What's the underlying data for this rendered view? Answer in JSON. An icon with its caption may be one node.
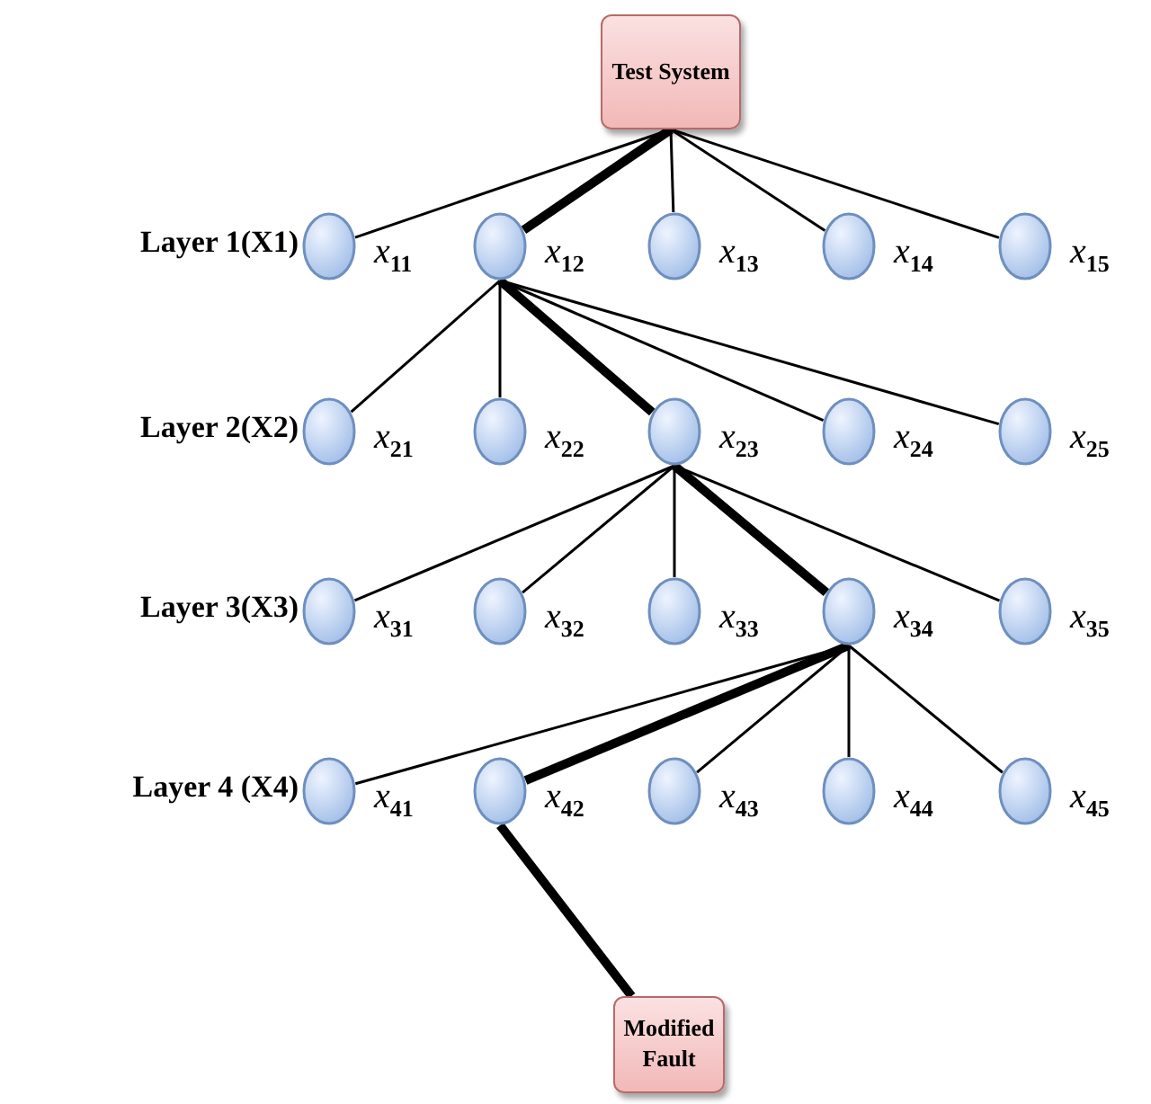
{
  "diagram": {
    "nodes": [
      {
        "text": [
          "Test System"
        ]
      },
      {
        "text": [],
        "shape": "circle",
        "beside": [
          "x$_{11}$"
        ]
      },
      {
        "text": [],
        "shape": "circle",
        "beside": [
          "x$_{12}$"
        ]
      },
      {
        "text": [],
        "shape": "circle",
        "beside": [
          "x$_{13}$"
        ]
      },
      {
        "text": [],
        "shape": "circle",
        "beside": [
          "x$_{14}$"
        ]
      },
      {
        "text": [],
        "shape": "circle",
        "beside": [
          "x$_{15}$"
        ]
      },
      {
        "text": [],
        "shape": "circle",
        "beside": [
          "x$_{21}$"
        ]
      },
      {
        "text": [],
        "shape": "circle",
        "beside": [
          "x$_{22}$"
        ]
      },
      {
        "text": [],
        "shape": "circle",
        "beside": [
          "x$_{23}$"
        ]
      },
      {
        "text": [],
        "shape": "circle",
        "beside": [
          "x$_{24}$"
        ]
      },
      {
        "text": [],
        "shape": "circle",
        "beside": [
          "x$_{25}$"
        ]
      },
      {
        "text": [],
        "shape": "circle",
        "beside": [
          "x$_{31}$"
        ]
      },
      {
        "text": [],
        "shape": "circle",
        "beside": [
          "x$_{32}$"
        ]
      },
      {
        "text": [],
        "shape": "circle",
        "beside": [
          "x$_{33}$"
        ]
      },
      {
        "text": [],
        "shape": "circle",
        "beside": [
          "x$_{34}$"
        ]
      },
      {
        "text": [],
        "shape": "circle",
        "beside": [
          "x$_{35}$"
        ]
      },
      {
        "text": [],
        "shape": "circle",
        "beside": [
          "x$_{41}$"
        ]
      },
      {
        "text": [],
        "shape": "circle",
        "beside": [
          "x$_{42}$"
        ]
      },
      {
        "text": [],
        "shape": "circle",
        "beside": [
          "x$_{43}$"
        ]
      },
      {
        "text": [],
        "shape": "circle",
        "beside": [
          "x$_{44}$"
        ]
      },
      {
        "text": [],
        "shape": "circle",
        "beside": [
          "x$_{45}$"
        ]
      },
      {
        "text": [
          "Modified Fault"
        ]
      }
    ],
    "edges": [
      {
        "from": 0,
        "to": 1,
        "arrow": "none"
      },
      {
        "from": 0,
        "to": 2,
        "arrow": "none",
        "style": "thick"
      },
      {
        "from": 0,
        "to": 3,
        "arrow": "none"
      },
      {
        "from": 0,
        "to": 4,
        "arrow": "none"
      },
      {
        "from": 0,
        "to": 5,
        "arrow": "none"
      },
      {
        "from": 2,
        "to": 6,
        "arrow": "none"
      },
      {
        "from": 2,
        "to": 7,
        "arrow": "none"
      },
      {
        "from": 2,
        "to": 8,
        "arrow": "none",
        "style": "thick"
      },
      {
        "from": 2,
        "to": 9,
        "arrow": "none"
      },
      {
        "from": 2,
        "to": 10,
        "arrow": "none"
      },
      {
        "from": 8,
        "to": 11,
        "arrow": "none"
      },
      {
        "from": 8,
        "to": 12,
        "arrow": "none"
      },
      {
        "from": 8,
        "to": 13,
        "arrow": "none"
      },
      {
        "from": 8,
        "to": 14,
        "arrow": "none",
        "style": "thick"
      },
      {
        "from": 8,
        "to": 15,
        "arrow": "none"
      },
      {
        "from": 14,
        "to": 16,
        "arrow": "none"
      },
      {
        "from": 14,
        "to": 17,
        "arrow": "none",
        "style": "thick"
      },
      {
        "from": 14,
        "to": 18,
        "arrow": "none"
      },
      {
        "from": 14,
        "to": 19,
        "arrow": "none"
      },
      {
        "from": 14,
        "to": 20,
        "arrow": "none"
      },
      {
        "from": 17,
        "to": 21,
        "arrow": "none",
        "style": "thick"
      }
    ],
    "labels": [
      "Layer 1(X1)",
      "Layer 2(X2)",
      "Layer 3(X3)",
      "Layer 4 (X4)"
    ]
  }
}
